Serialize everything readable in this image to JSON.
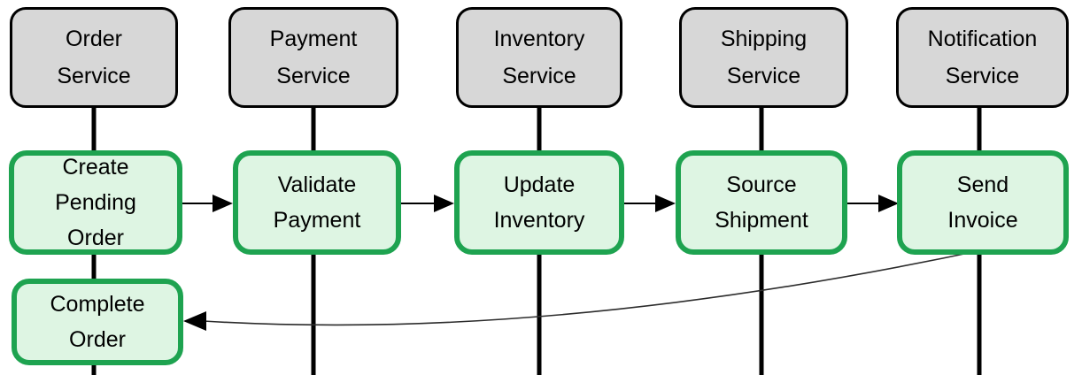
{
  "colors": {
    "service-fill": "#d7d7d7",
    "service-border": "#000000",
    "step-fill": "#def5e3",
    "step-border": "#1ea350",
    "line-color": "#000000",
    "return-line-color": "#2b2b2b",
    "text-color": "#000000",
    "canvas-bg": "#ffffff"
  },
  "services": [
    {
      "label": "Order\nService"
    },
    {
      "label": "Payment\nService"
    },
    {
      "label": "Inventory\nService"
    },
    {
      "label": "Shipping\nService"
    },
    {
      "label": "Notification\nService"
    }
  ],
  "steps": [
    {
      "label": "Create\nPending\nOrder"
    },
    {
      "label": "Validate\nPayment"
    },
    {
      "label": "Update\nInventory"
    },
    {
      "label": "Source\nShipment"
    },
    {
      "label": "Send\nInvoice"
    }
  ],
  "final_step": {
    "label": "Complete\nOrder"
  }
}
